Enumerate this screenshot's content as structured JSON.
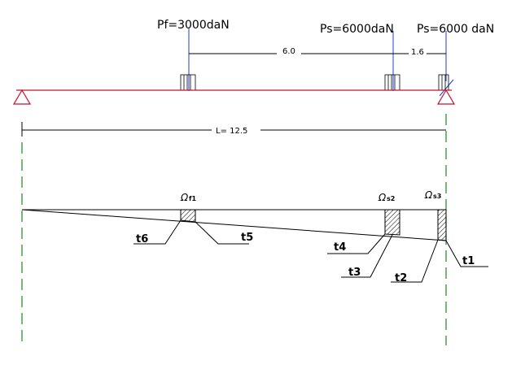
{
  "loads": {
    "pf": "Pf=3000daN",
    "ps1": "Ps=6000daN",
    "ps2": "Ps=6000 daN"
  },
  "dims": {
    "d1": "6.0",
    "d2": "1.6",
    "span": "L= 12.5"
  },
  "areas": {
    "f1_symbol": "Ω",
    "f1_sub": "f1",
    "s2_symbol": "Ω",
    "s2_sub": "s2",
    "s3_symbol": "Ω",
    "s3_sub": "s3"
  },
  "ordinates": {
    "t1": "t1",
    "t2": "t2",
    "t3": "t3",
    "t4": "t4",
    "t5": "t5",
    "t6": "t6"
  },
  "colors": {
    "load_line": "#1f3fd0",
    "beam": "#c8102e",
    "guide": "#1a8a1a",
    "ink": "#000000"
  }
}
